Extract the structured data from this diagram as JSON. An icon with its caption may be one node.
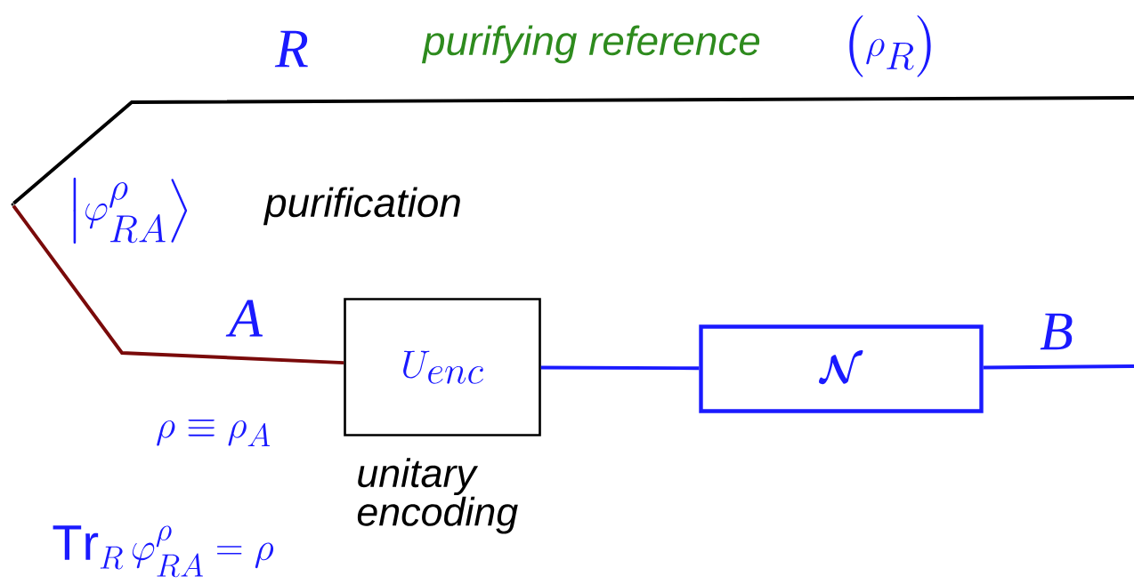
{
  "diagram": {
    "nodes": [
      {
        "text": [
          "U_{enc}"
        ],
        "beside": [
          "unitary encoding"
        ]
      },
      {
        "text": [
          "\\boldsymbol{\\mathcal{N}}"
        ]
      },
      {
        "text": [],
        "shape": "point"
      }
    ],
    "edges": [
      {
        "from": 2,
        "to": 0,
        "arrow": "none",
        "label": "A",
        "color": "#7a0a0a"
      },
      {
        "from": 2,
        "to": null,
        "arrow": "none",
        "label": "R",
        "color": "#000000"
      },
      {
        "from": 0,
        "to": 1,
        "arrow": "none"
      },
      {
        "from": 1,
        "to": null,
        "arrow": "none",
        "label": "B"
      }
    ],
    "labels": [
      "purifying reference",
      "\\bigl(\\rho_R\\bigr)",
      "\\bigl|\\varphi^{\\rho}_{RA}\\bigr\\rangle",
      "purification",
      "\\rho \\equiv \\rho_A",
      "\\mathrm{Tr}_R\\,\\varphi^{\\rho}_{RA} = \\rho"
    ]
  }
}
